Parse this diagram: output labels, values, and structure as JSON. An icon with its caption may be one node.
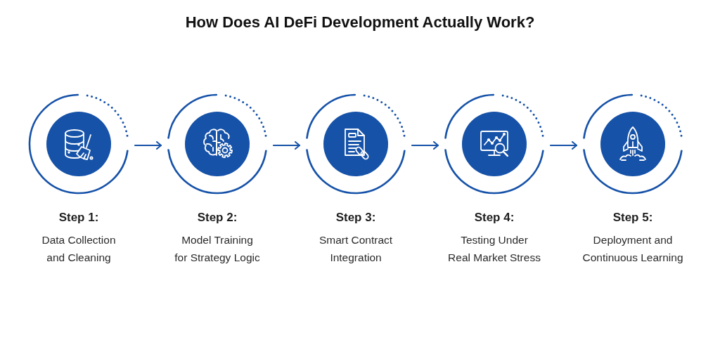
{
  "diagram": {
    "title": "How Does AI DeFi Development Actually Work?",
    "nodes": [
      {
        "text": [
          "Step 1:",
          "Data Collection and Cleaning"
        ]
      },
      {
        "text": [
          "Step 2:",
          "Model Training for Strategy Logic"
        ]
      },
      {
        "text": [
          "Step 3:",
          "Smart Contract Integration"
        ]
      },
      {
        "text": [
          "Step 4:",
          "Testing Under Real Market Stress"
        ]
      },
      {
        "text": [
          "Step 5:",
          "Deployment and Continuous Learning"
        ]
      }
    ],
    "edges": [
      {
        "from": 0,
        "to": 1,
        "arrow": "to"
      },
      {
        "from": 1,
        "to": 2,
        "arrow": "to"
      },
      {
        "from": 2,
        "to": 3,
        "arrow": "to"
      },
      {
        "from": 3,
        "to": 4,
        "arrow": "to"
      }
    ]
  }
}
